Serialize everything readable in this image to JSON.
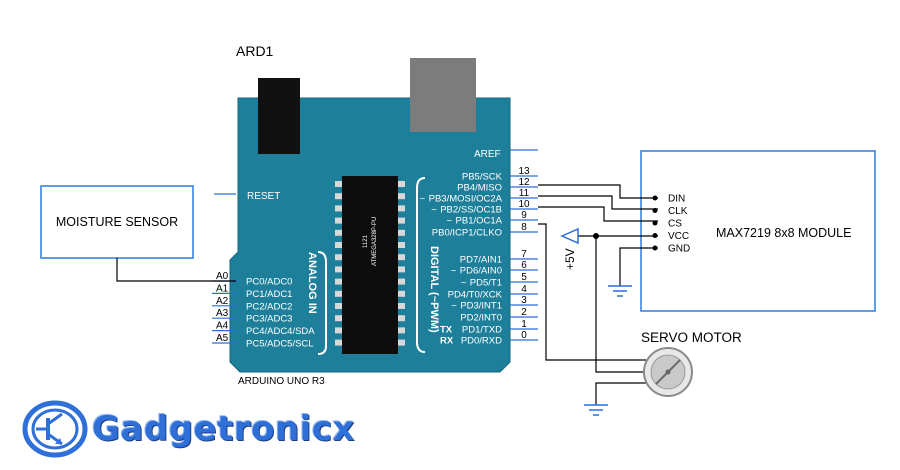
{
  "arduino": {
    "ref": "ARD1",
    "model": "ARDUINO UNO R3",
    "chip": "ATMEGA328P-PU",
    "chip_ref": "1121",
    "aref": "AREF",
    "reset": "RESET",
    "analog_group": "ANALOG IN",
    "digital_group": "DIGITAL (~PWM)",
    "analog_pins": [
      {
        "pin": "A0",
        "func": "PC0/ADC0"
      },
      {
        "pin": "A1",
        "func": "PC1/ADC1"
      },
      {
        "pin": "A2",
        "func": "PC2/ADC2"
      },
      {
        "pin": "A3",
        "func": "PC3/ADC3"
      },
      {
        "pin": "A4",
        "func": "PC4/ADC4/SDA"
      },
      {
        "pin": "A5",
        "func": "PC5/ADC5/SCL"
      }
    ],
    "digital_pins": [
      {
        "num": "13",
        "func": "PB5/SCK",
        "pwm": false,
        "prefix": ""
      },
      {
        "num": "12",
        "func": "PB4/MISO",
        "pwm": false,
        "prefix": ""
      },
      {
        "num": "11",
        "func": "PB3/MOSI/OC2A",
        "pwm": true,
        "prefix": ""
      },
      {
        "num": "10",
        "func": "PB2/SS/OC1B",
        "pwm": true,
        "prefix": ""
      },
      {
        "num": "9",
        "func": "PB1/OC1A",
        "pwm": true,
        "prefix": ""
      },
      {
        "num": "8",
        "func": "PB0/ICP1/CLKO",
        "pwm": false,
        "prefix": ""
      },
      {
        "num": "7",
        "func": "PD7/AIN1",
        "pwm": false,
        "prefix": ""
      },
      {
        "num": "6",
        "func": "PD6/AIN0",
        "pwm": true,
        "prefix": ""
      },
      {
        "num": "5",
        "func": "PD5/T1",
        "pwm": true,
        "prefix": ""
      },
      {
        "num": "4",
        "func": "PD4/T0/XCK",
        "pwm": false,
        "prefix": ""
      },
      {
        "num": "3",
        "func": "PD3/INT1",
        "pwm": true,
        "prefix": ""
      },
      {
        "num": "2",
        "func": "PD2/INT0",
        "pwm": false,
        "prefix": ""
      },
      {
        "num": "1",
        "func": "PD1/TXD",
        "pwm": false,
        "prefix": "TX"
      },
      {
        "num": "0",
        "func": "PD0/RXD",
        "pwm": false,
        "prefix": "RX"
      }
    ]
  },
  "moisture_sensor": {
    "label": "MOISTURE SENSOR"
  },
  "matrix_module": {
    "label": "MAX7219 8x8 MODULE",
    "pins": [
      "DIN",
      "CLK",
      "CS",
      "VCC",
      "GND"
    ]
  },
  "power": {
    "label": "+5V"
  },
  "servo": {
    "label": "SERVO MOTOR"
  },
  "brand": {
    "name": "Gadgetronicx"
  },
  "colors": {
    "board": "#1e7f9a",
    "board_dark": "#17677e",
    "wire": "#000000",
    "pin_blue": "#2b6cd9",
    "box_border": "#2e7ae0",
    "header_gray": "#7c7c7c",
    "brand": "#2f6fd8"
  },
  "icons": [
    "transistor-logo-icon",
    "ground-icon",
    "servo-icon",
    "power-arrow-icon"
  ]
}
